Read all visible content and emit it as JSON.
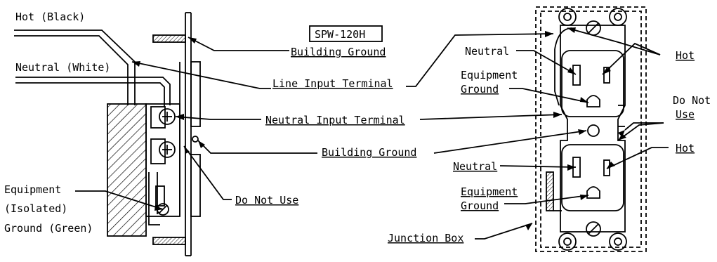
{
  "model_box": {
    "text": "SPW-120H"
  },
  "side_view": {
    "hot_wire": "Hot (Black)",
    "neutral_wire": "Neutral (White)",
    "building_ground_top": "Building Ground",
    "line_input_terminal": "Line Input Terminal",
    "neutral_input_terminal": "Neutral Input Terminal",
    "building_ground_mid": "Building Ground",
    "do_not_use": "Do Not Use",
    "equipment_ground": [
      "Equipment",
      "(Isolated)",
      "Ground (Green)"
    ]
  },
  "front_view": {
    "neutral_top": "Neutral",
    "hot_top": "Hot",
    "equipment_ground_top": [
      "Equipment",
      "Ground"
    ],
    "do_not_use": [
      "Do Not",
      "Use"
    ],
    "neutral_bottom": "Neutral",
    "hot_bottom": "Hot",
    "equipment_ground_bottom": [
      "Equipment",
      "Ground"
    ],
    "junction_box": "Junction Box"
  }
}
